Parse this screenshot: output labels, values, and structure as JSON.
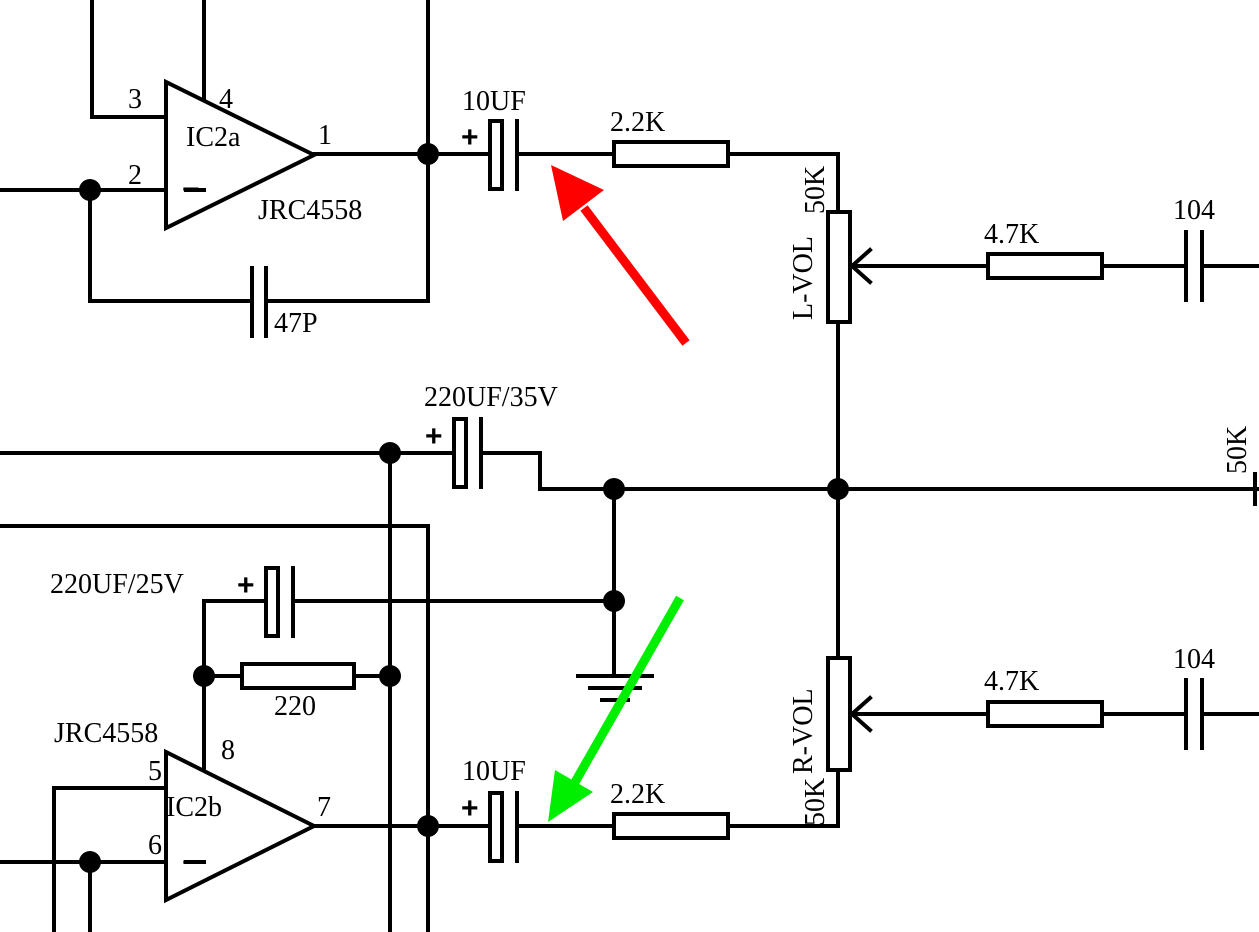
{
  "ic_top": {
    "ref": "IC2a",
    "part": "JRC4558",
    "pin_noninv": "3",
    "pin_inv": "2",
    "pin_out": "1",
    "pin_power": "4"
  },
  "ic_bottom": {
    "ref": "IC2b",
    "part": "JRC4558",
    "pin_noninv": "5",
    "pin_inv": "6",
    "pin_out": "7",
    "pin_power": "8"
  },
  "components": {
    "cap_top_out": "10UF",
    "cap_bottom_out": "10UF",
    "res_top_out": "2.2K",
    "res_bottom_out": "2.2K",
    "pot_left_value": "50K",
    "pot_left_name": "L-VOL",
    "pot_right_value": "50K",
    "pot_right_name": "R-VOL",
    "res_left_wiper": "4.7K",
    "res_right_wiper": "4.7K",
    "cap_left_wiper": "104",
    "cap_right_wiper": "104",
    "cap_feedback": "47P",
    "cap_bias_35": "220UF/35V",
    "cap_bias_25": "220UF/25V",
    "res_bias": "220",
    "pot_edge_value": "50K"
  },
  "symbols": {
    "plus": "+",
    "minus": "−"
  },
  "annotations": [
    {
      "name": "red-arrow",
      "color": "#ff0000"
    },
    {
      "name": "green-arrow",
      "color": "#00ee00"
    }
  ]
}
